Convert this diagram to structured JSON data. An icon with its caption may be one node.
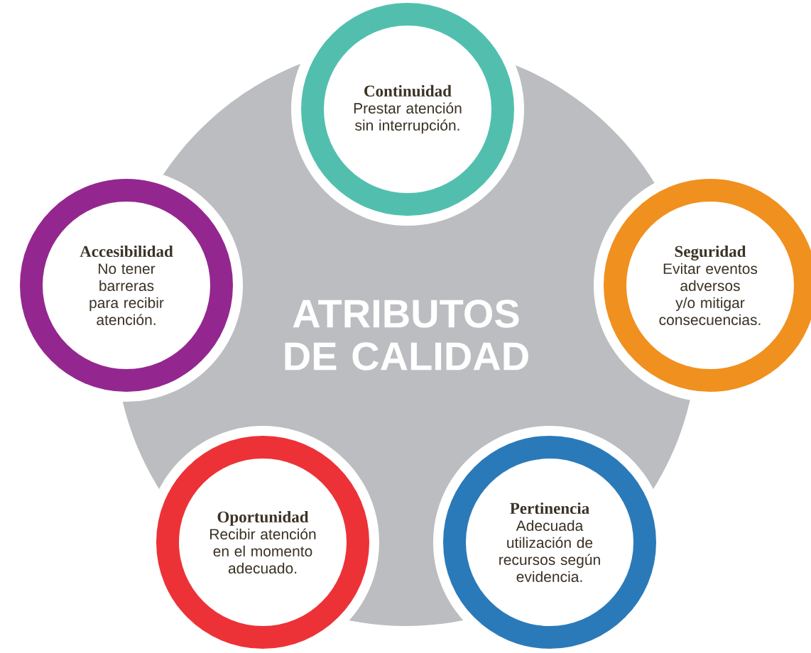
{
  "diagram": {
    "nodes": [
      {
        "text": [
          "ATRIBUTOS DE CALIDAD"
        ]
      },
      {
        "text": [
          "Continuidad",
          "Prestar atención sin interrupción."
        ]
      },
      {
        "text": [
          "Accesibilidad",
          "No tener barreras para recibir atención."
        ]
      },
      {
        "text": [
          "Seguridad",
          "Evitar eventos adversos y/o mitigar consecuencias."
        ]
      },
      {
        "text": [
          "Oportunidad",
          "Recibir atención en el momento adecuado."
        ]
      },
      {
        "text": [
          "Pertinencia",
          "Adecuada utilización de recursos según evidencia."
        ]
      }
    ]
  }
}
